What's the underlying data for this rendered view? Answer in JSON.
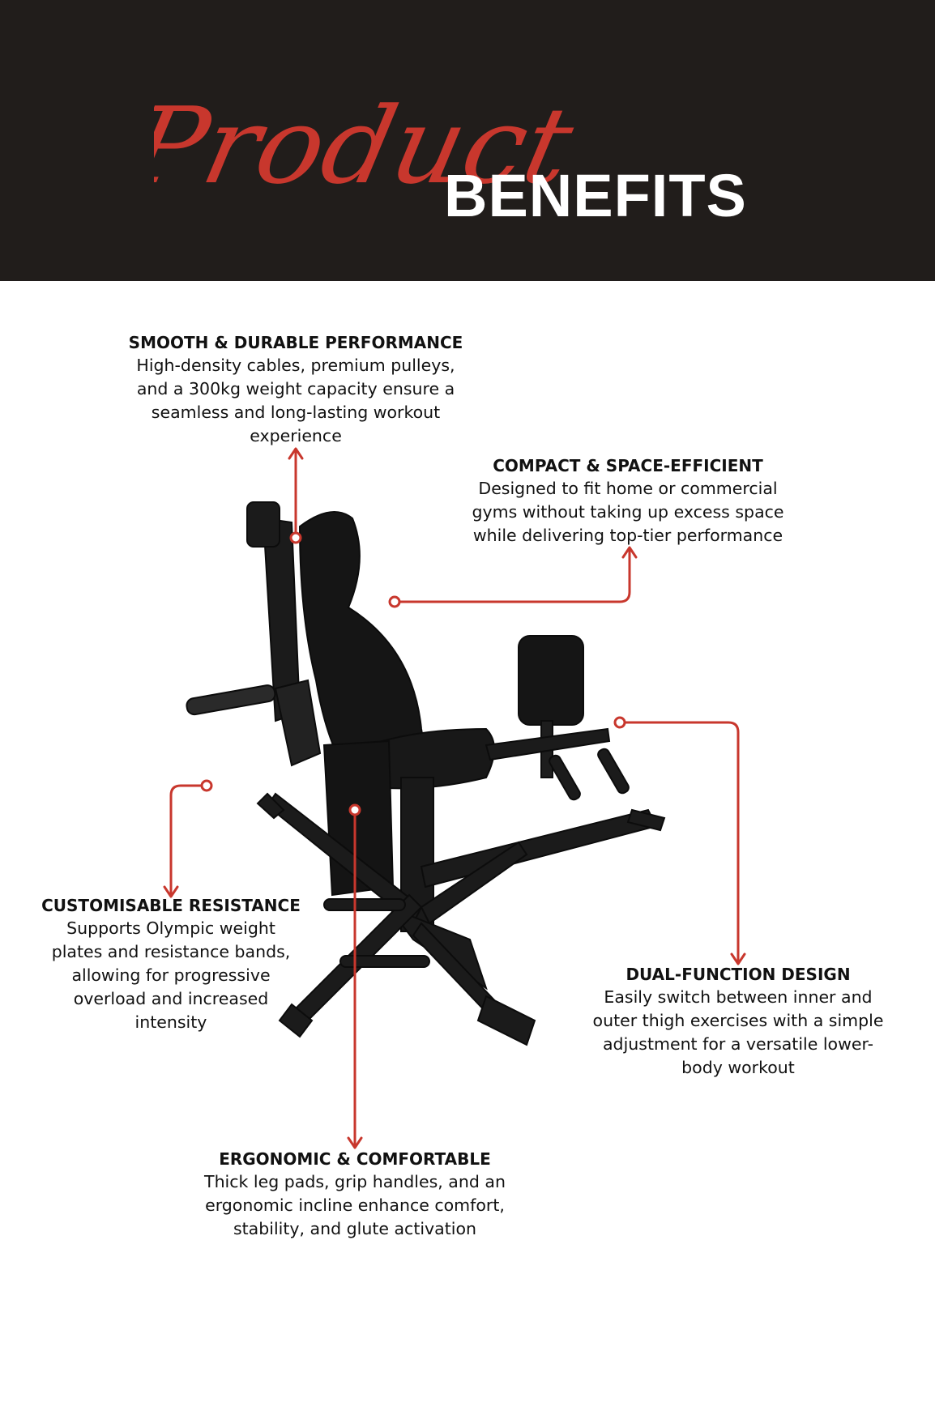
{
  "header": {
    "script_word": "Product",
    "bold_word": "BENEFITS"
  },
  "colors": {
    "header_bg": "#211d1b",
    "accent": "#c8372d",
    "text": "#111111"
  },
  "product": {
    "image": "black inner/outer thigh machine"
  },
  "callouts": [
    {
      "title": "SMOOTH & DURABLE PERFORMANCE",
      "lines": [
        "High-density cables, premium pulleys,",
        "and a 300kg weight capacity ensure a",
        "seamless and long-lasting workout",
        "experience"
      ]
    },
    {
      "title": "COMPACT & SPACE-EFFICIENT",
      "lines": [
        "Designed to fit home or commercial",
        "gyms without taking up excess space",
        "while delivering top-tier performance"
      ]
    },
    {
      "title": "CUSTOMISABLE RESISTANCE",
      "lines": [
        "Supports Olympic weight",
        "plates and resistance bands,",
        "allowing for progressive",
        "overload and increased",
        "intensity"
      ]
    },
    {
      "title": "DUAL-FUNCTION DESIGN",
      "lines": [
        "Easily switch between inner and",
        "outer thigh exercises with a simple",
        "adjustment for a versatile lower-",
        "body workout"
      ]
    },
    {
      "title": "ERGONOMIC & COMFORTABLE",
      "lines": [
        "Thick leg pads, grip handles, and an",
        "ergonomic incline enhance comfort,",
        "stability, and glute activation"
      ]
    }
  ]
}
